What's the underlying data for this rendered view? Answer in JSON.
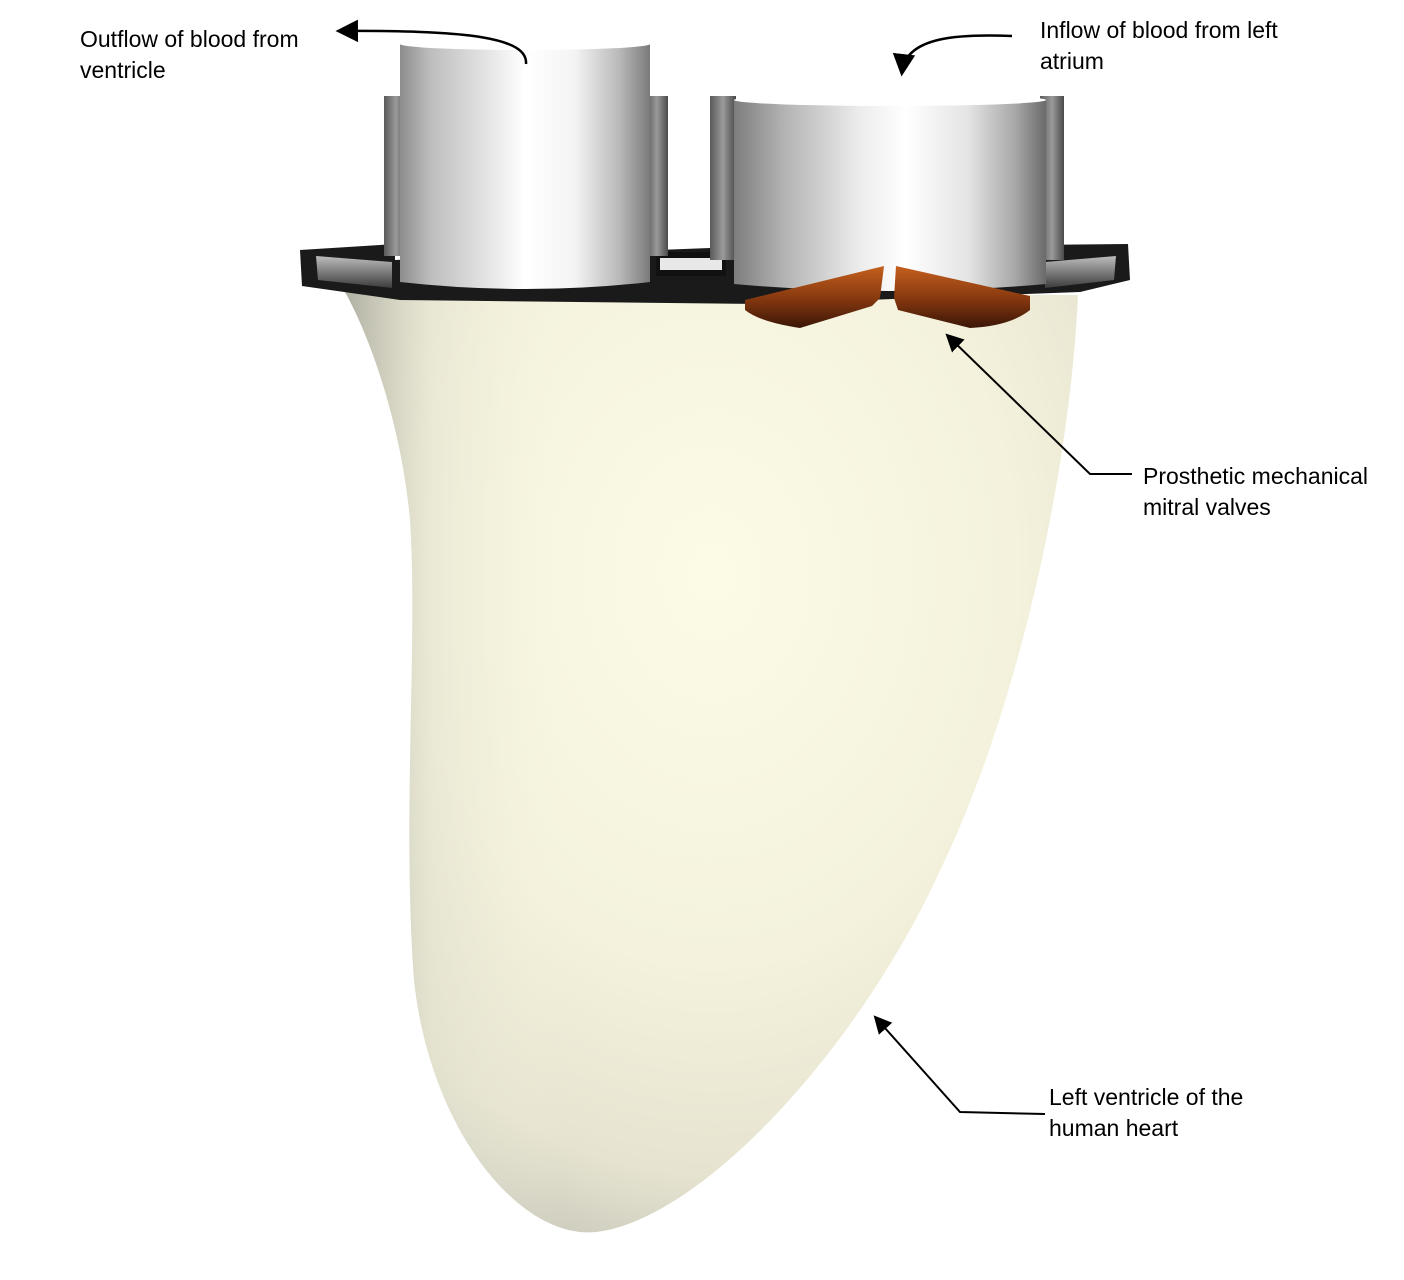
{
  "labels": {
    "outflow": {
      "line1": "Outflow of blood from",
      "line2": "ventricle"
    },
    "inflow": {
      "line1": "Inflow of blood from left",
      "line2": "atrium"
    },
    "valves": {
      "line1": "Prosthetic mechanical",
      "line2": "mitral valves"
    },
    "ventricle": {
      "line1": "Left ventricle of the",
      "line2": "human heart"
    }
  },
  "colors": {
    "ventricle_fill": "#f6f4de",
    "ventricle_highlight": "#fcfce8",
    "ventricle_shadow": "#cfcfc0",
    "cylinder_light": "#ffffff",
    "cylinder_dark": "#6e6e6e",
    "base_plate": "#1a1a1a",
    "valve_leaflet": "#8a3a10",
    "arrow": "#000000"
  }
}
